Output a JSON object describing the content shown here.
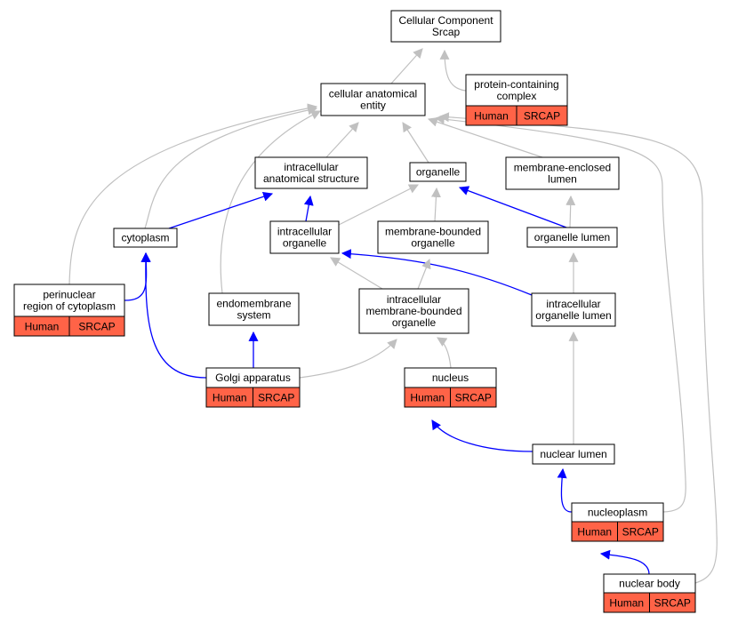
{
  "colors": {
    "background": "#ffffff",
    "node_border": "#000000",
    "badge_fill": "#ff6347",
    "edge_gray": "#c0c0c0",
    "edge_blue": "#0000ff"
  },
  "nodes": [
    {
      "id": "srcap",
      "lines": [
        "Cellular Component",
        "Srcap"
      ]
    },
    {
      "id": "cae",
      "lines": [
        "cellular anatomical",
        "entity"
      ]
    },
    {
      "id": "pcc",
      "lines": [
        "protein-containing",
        "complex"
      ],
      "badge": [
        "Human",
        "SRCAP"
      ]
    },
    {
      "id": "ias",
      "lines": [
        "intracellular",
        "anatomical structure"
      ]
    },
    {
      "id": "org",
      "lines": [
        "organelle"
      ]
    },
    {
      "id": "mel",
      "lines": [
        "membrane-enclosed",
        "lumen"
      ]
    },
    {
      "id": "cyto",
      "lines": [
        "cytoplasm"
      ]
    },
    {
      "id": "io",
      "lines": [
        "intracellular",
        "organelle"
      ]
    },
    {
      "id": "mbo",
      "lines": [
        "membrane-bounded",
        "organelle"
      ]
    },
    {
      "id": "ol",
      "lines": [
        "organelle lumen"
      ]
    },
    {
      "id": "prc",
      "lines": [
        "perinuclear",
        "region of cytoplasm"
      ],
      "badge": [
        "Human",
        "SRCAP"
      ]
    },
    {
      "id": "ems",
      "lines": [
        "endomembrane",
        "system"
      ]
    },
    {
      "id": "imbo",
      "lines": [
        "intracellular",
        "membrane-bounded",
        "organelle"
      ]
    },
    {
      "id": "iol",
      "lines": [
        "intracellular",
        "organelle lumen"
      ]
    },
    {
      "id": "golgi",
      "lines": [
        "Golgi apparatus"
      ],
      "badge": [
        "Human",
        "SRCAP"
      ]
    },
    {
      "id": "nucleus",
      "lines": [
        "nucleus"
      ],
      "badge": [
        "Human",
        "SRCAP"
      ]
    },
    {
      "id": "nl",
      "lines": [
        "nuclear lumen"
      ]
    },
    {
      "id": "np",
      "lines": [
        "nucleoplasm"
      ],
      "badge": [
        "Human",
        "SRCAP"
      ]
    },
    {
      "id": "nb",
      "lines": [
        "nuclear body"
      ],
      "badge": [
        "Human",
        "SRCAP"
      ]
    }
  ],
  "edges": [
    {
      "from": "cae",
      "to": "srcap",
      "kind": "is_a"
    },
    {
      "from": "pcc",
      "to": "srcap",
      "kind": "is_a"
    },
    {
      "from": "ias",
      "to": "cae",
      "kind": "is_a"
    },
    {
      "from": "org",
      "to": "cae",
      "kind": "is_a"
    },
    {
      "from": "mel",
      "to": "cae",
      "kind": "is_a"
    },
    {
      "from": "cyto",
      "to": "cae",
      "kind": "is_a"
    },
    {
      "from": "prc",
      "to": "cae",
      "kind": "is_a"
    },
    {
      "from": "ems",
      "to": "cae",
      "kind": "is_a"
    },
    {
      "from": "np",
      "to": "cae",
      "kind": "is_a"
    },
    {
      "from": "nb",
      "to": "cae",
      "kind": "is_a"
    },
    {
      "from": "cyto",
      "to": "ias",
      "kind": "part_of"
    },
    {
      "from": "io",
      "to": "ias",
      "kind": "part_of"
    },
    {
      "from": "io",
      "to": "org",
      "kind": "is_a"
    },
    {
      "from": "mbo",
      "to": "org",
      "kind": "is_a"
    },
    {
      "from": "ol",
      "to": "org",
      "kind": "part_of"
    },
    {
      "from": "ol",
      "to": "mel",
      "kind": "is_a"
    },
    {
      "from": "prc",
      "to": "cyto",
      "kind": "part_of"
    },
    {
      "from": "golgi",
      "to": "cyto",
      "kind": "part_of"
    },
    {
      "from": "imbo",
      "to": "io",
      "kind": "is_a"
    },
    {
      "from": "iol",
      "to": "io",
      "kind": "part_of"
    },
    {
      "from": "imbo",
      "to": "mbo",
      "kind": "is_a"
    },
    {
      "from": "iol",
      "to": "ol",
      "kind": "is_a"
    },
    {
      "from": "golgi",
      "to": "ems",
      "kind": "part_of"
    },
    {
      "from": "golgi",
      "to": "imbo",
      "kind": "is_a"
    },
    {
      "from": "nucleus",
      "to": "imbo",
      "kind": "is_a"
    },
    {
      "from": "nl",
      "to": "iol",
      "kind": "is_a"
    },
    {
      "from": "nl",
      "to": "nucleus",
      "kind": "part_of"
    },
    {
      "from": "np",
      "to": "nl",
      "kind": "part_of"
    },
    {
      "from": "nb",
      "to": "np",
      "kind": "part_of"
    }
  ]
}
